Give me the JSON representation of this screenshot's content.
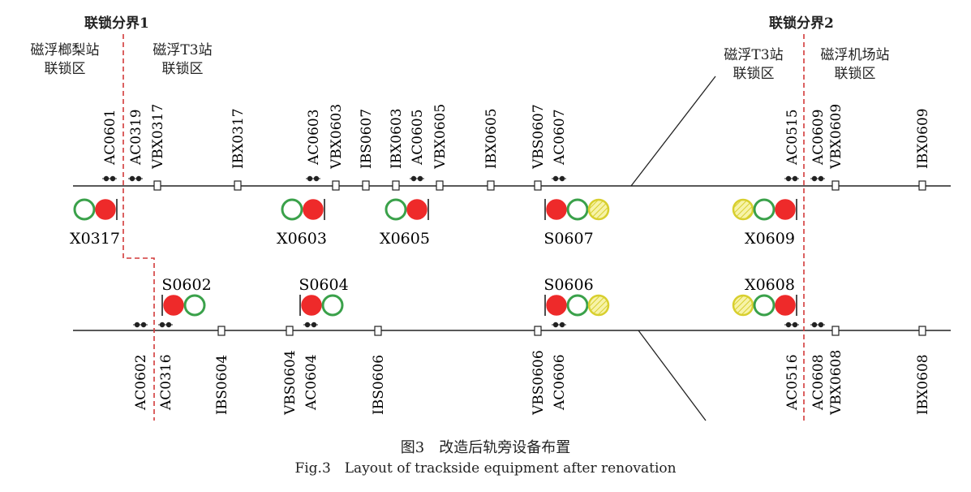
{
  "boundaries": [
    {
      "title": "联锁分界1"
    },
    {
      "title": "联锁分界2"
    }
  ],
  "zones": [
    {
      "lines": [
        "磁浮榔梨站",
        "联锁区"
      ]
    },
    {
      "lines": [
        "磁浮T3站",
        "联锁区"
      ]
    },
    {
      "lines": [
        "磁浮T3站",
        "联锁区"
      ]
    },
    {
      "lines": [
        "磁浮机场站",
        "联锁区"
      ]
    }
  ],
  "upper_track": {
    "axle_counters": [
      "AC0601",
      "AC0319",
      "AC0603",
      "AC0605",
      "AC0607",
      "AC0515",
      "AC0609"
    ],
    "balises": [
      "VBX0317",
      "IBX0317",
      "VBX0603",
      "IBS0607",
      "IBX0603",
      "VBX0605",
      "IBX0605",
      "VBS0607",
      "VBX0609",
      "IBX0609"
    ],
    "signals": [
      {
        "name": "X0317",
        "lamps": [
          "green",
          "red"
        ]
      },
      {
        "name": "X0603",
        "lamps": [
          "green",
          "red"
        ]
      },
      {
        "name": "X0605",
        "lamps": [
          "green",
          "red"
        ]
      },
      {
        "name": "S0607",
        "lamps": [
          "red",
          "green",
          "yellow"
        ]
      },
      {
        "name": "X0609",
        "lamps": [
          "yellow",
          "green",
          "red"
        ]
      }
    ]
  },
  "lower_track": {
    "axle_counters": [
      "AC0602",
      "AC0316",
      "AC0604",
      "AC0606",
      "AC0516",
      "AC0608"
    ],
    "balises": [
      "IBS0604",
      "VBS0604",
      "IBS0606",
      "VBS0606",
      "VBX0608",
      "IBX0608"
    ],
    "signals": [
      {
        "name": "S0602",
        "lamps": [
          "red",
          "green"
        ]
      },
      {
        "name": "S0604",
        "lamps": [
          "red",
          "green"
        ]
      },
      {
        "name": "S0606",
        "lamps": [
          "red",
          "green",
          "yellow"
        ]
      },
      {
        "name": "X0608",
        "lamps": [
          "yellow",
          "green",
          "red"
        ]
      }
    ]
  },
  "colors": {
    "red": "#ee2a2a",
    "green_ring": "#3aa14a",
    "yellow_ring": "#d8cf2e",
    "boundary": "#d23a3a",
    "line": "#222222"
  },
  "caption": {
    "chinese": "图3　改造后轨旁设备布置",
    "english": "Fig.3　Layout of trackside equipment after renovation"
  }
}
